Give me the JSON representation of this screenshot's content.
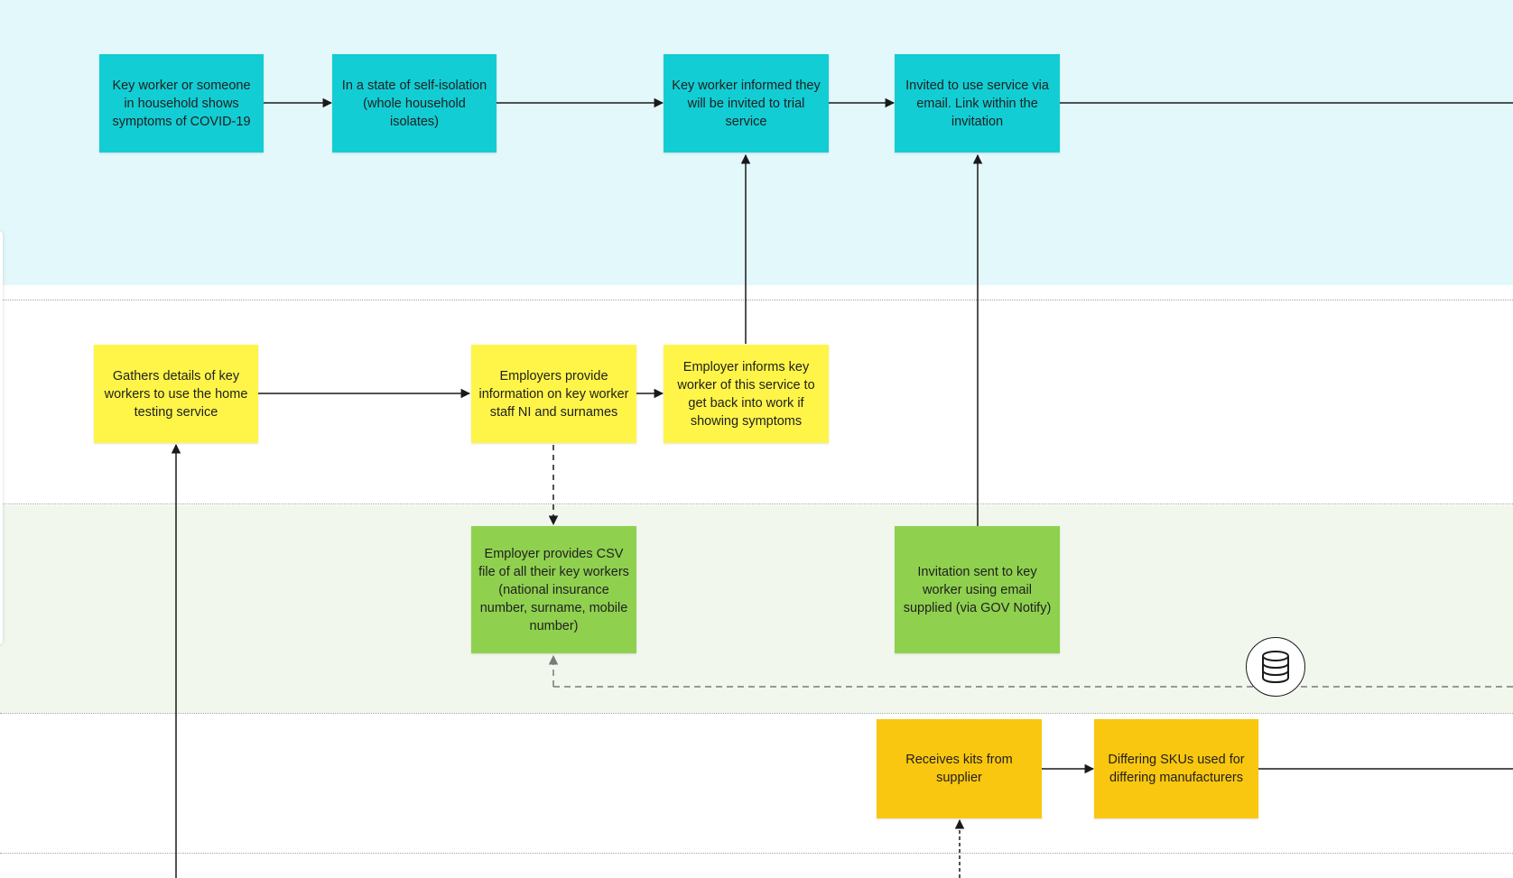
{
  "board": {
    "notes": {
      "key_worker_symptoms": "Key worker or someone in household shows symptoms of COVID-19",
      "self_isolation": "In a state of self-isolation (whole household isolates)",
      "key_worker_informed": "Key worker informed they will be invited to trial service",
      "invited_via_email": "Invited to use service via email. Link within the invitation",
      "gathers_details": "Gathers details of key workers to use the home testing service",
      "employers_provide_info": "Employers provide information on key worker staff NI and surnames",
      "employer_informs": "Employer informs key worker of this service to get back into work if showing symptoms",
      "employer_csv": "Employer provides CSV file of all their key workers (national insurance number, surname, mobile number)",
      "invitation_sent": "Invitation sent to key worker using email supplied (via GOV Notify)",
      "receives_kits": "Receives kits from supplier",
      "differing_skus": "Differing SKUs used for differing manufacturers"
    },
    "icons": {
      "database": "database-icon"
    },
    "colors": {
      "cyan_note": "#12cdd4",
      "yellow_note": "#fff549",
      "green_note": "#8fd14f",
      "orange_note": "#fac710",
      "top_lane": "#e3f8fa",
      "green_lane": "#f1f7ec"
    }
  }
}
